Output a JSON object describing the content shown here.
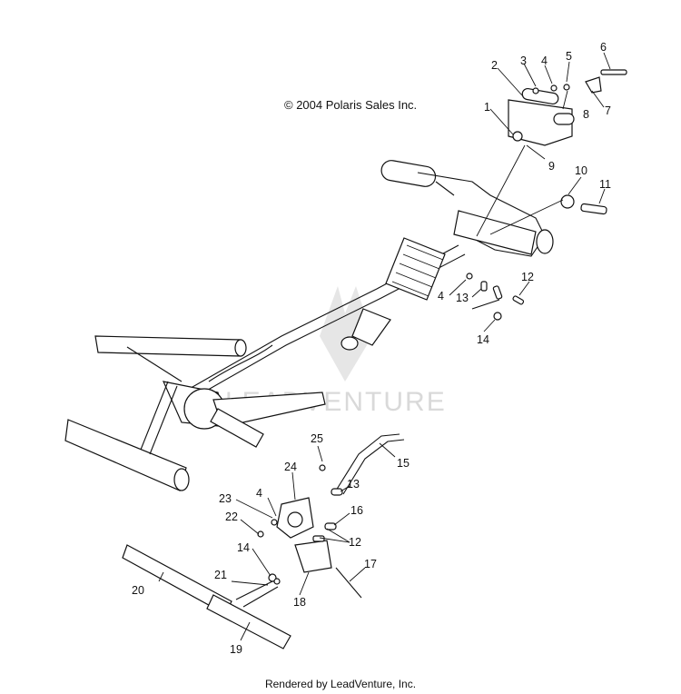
{
  "copyright": "© 2004 Polaris Sales Inc.",
  "watermark": "LEADVENTURE",
  "footer": "Rendered by LeadVenture, Inc.",
  "callouts": [
    {
      "id": "c1",
      "label": "1"
    },
    {
      "id": "c2",
      "label": "2"
    },
    {
      "id": "c3",
      "label": "3"
    },
    {
      "id": "c4a",
      "label": "4"
    },
    {
      "id": "c5",
      "label": "5"
    },
    {
      "id": "c6",
      "label": "6"
    },
    {
      "id": "c7",
      "label": "7"
    },
    {
      "id": "c8",
      "label": "8"
    },
    {
      "id": "c9",
      "label": "9"
    },
    {
      "id": "c10",
      "label": "10"
    },
    {
      "id": "c11",
      "label": "11"
    },
    {
      "id": "c12a",
      "label": "12"
    },
    {
      "id": "c4b",
      "label": "4"
    },
    {
      "id": "c13a",
      "label": "13"
    },
    {
      "id": "c14a",
      "label": "14"
    },
    {
      "id": "c15",
      "label": "15"
    },
    {
      "id": "c25",
      "label": "25"
    },
    {
      "id": "c24",
      "label": "24"
    },
    {
      "id": "c13b",
      "label": "13"
    },
    {
      "id": "c23",
      "label": "23"
    },
    {
      "id": "c4c",
      "label": "4"
    },
    {
      "id": "c16",
      "label": "16"
    },
    {
      "id": "c22",
      "label": "22"
    },
    {
      "id": "c12b",
      "label": "12"
    },
    {
      "id": "c14b",
      "label": "14"
    },
    {
      "id": "c17",
      "label": "17"
    },
    {
      "id": "c20",
      "label": "20"
    },
    {
      "id": "c21",
      "label": "21"
    },
    {
      "id": "c18",
      "label": "18"
    },
    {
      "id": "c19",
      "label": "19"
    }
  ]
}
